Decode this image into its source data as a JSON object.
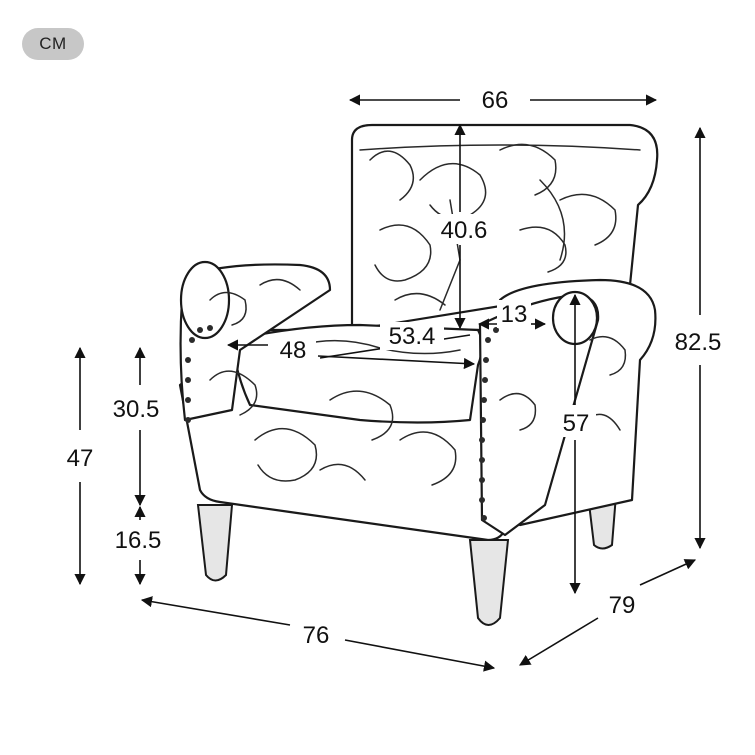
{
  "unit_label": "CM",
  "dimensions": {
    "back_width": "66",
    "back_height": "40.6",
    "seat_depth": "53.4",
    "seat_width": "48",
    "arm_width": "13",
    "seat_height": "30.5",
    "total_height_front": "47",
    "leg_height": "16.5",
    "arm_height": "57",
    "total_height": "82.5",
    "width": "76",
    "depth": "79"
  }
}
